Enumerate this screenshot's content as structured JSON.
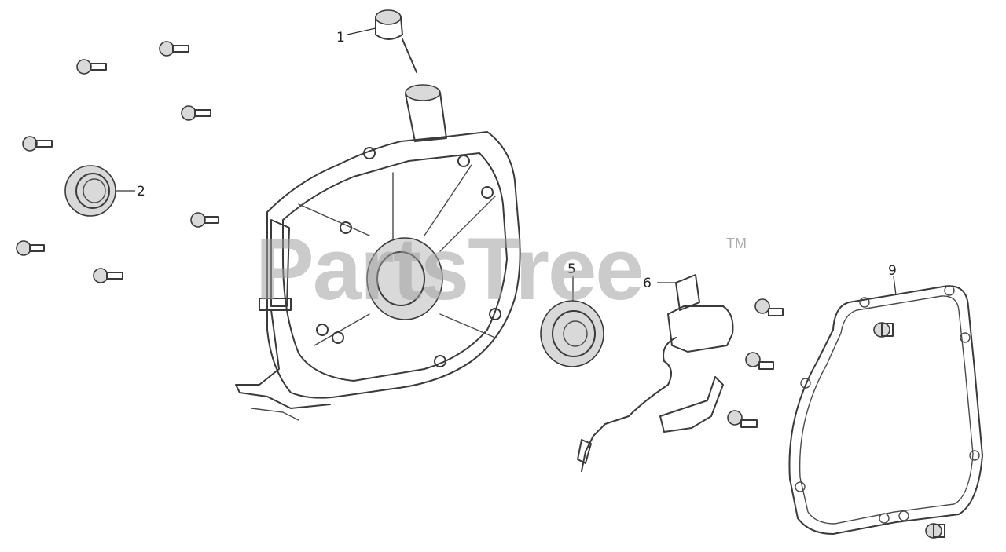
{
  "watermark": {
    "text": "PartsTree",
    "trademark": "TM"
  },
  "callouts": [
    {
      "id": "1",
      "label": "1"
    },
    {
      "id": "2",
      "label": "2"
    },
    {
      "id": "5",
      "label": "5"
    },
    {
      "id": "6",
      "label": "6"
    },
    {
      "id": "9",
      "label": "9"
    }
  ]
}
